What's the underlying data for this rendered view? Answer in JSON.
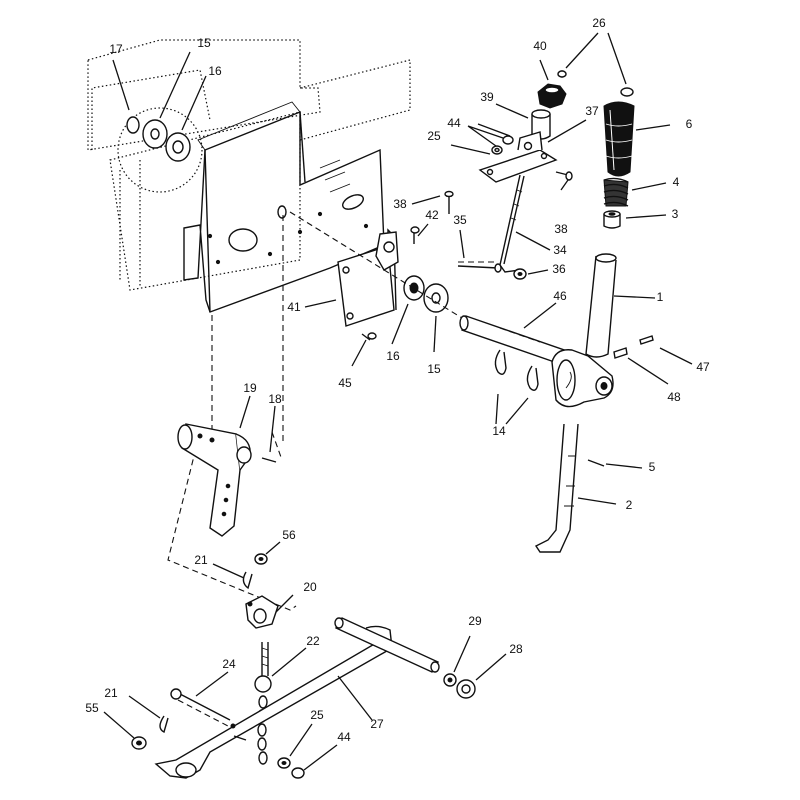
{
  "colors": {
    "ink": "#111111",
    "paper": "#ffffff"
  },
  "callouts": [
    {
      "id": "c17",
      "text": "17"
    },
    {
      "id": "c15a",
      "text": "15"
    },
    {
      "id": "c16a",
      "text": "16"
    },
    {
      "id": "c40",
      "text": "40"
    },
    {
      "id": "c26",
      "text": "26"
    },
    {
      "id": "c39",
      "text": "39"
    },
    {
      "id": "c37",
      "text": "37"
    },
    {
      "id": "c6",
      "text": "6"
    },
    {
      "id": "c44a",
      "text": "44"
    },
    {
      "id": "c25a",
      "text": "25"
    },
    {
      "id": "c4",
      "text": "4"
    },
    {
      "id": "c3",
      "text": "3"
    },
    {
      "id": "c38a",
      "text": "38"
    },
    {
      "id": "c38b",
      "text": "38"
    },
    {
      "id": "c42",
      "text": "42"
    },
    {
      "id": "c35",
      "text": "35"
    },
    {
      "id": "c34",
      "text": "34"
    },
    {
      "id": "c36",
      "text": "36"
    },
    {
      "id": "c1",
      "text": "1"
    },
    {
      "id": "c46",
      "text": "46"
    },
    {
      "id": "c41",
      "text": "41"
    },
    {
      "id": "c45",
      "text": "45"
    },
    {
      "id": "c16b",
      "text": "16"
    },
    {
      "id": "c15b",
      "text": "15"
    },
    {
      "id": "c47",
      "text": "47"
    },
    {
      "id": "c48",
      "text": "48"
    },
    {
      "id": "c19",
      "text": "19"
    },
    {
      "id": "c18",
      "text": "18"
    },
    {
      "id": "c14",
      "text": "14"
    },
    {
      "id": "c5",
      "text": "5"
    },
    {
      "id": "c2",
      "text": "2"
    },
    {
      "id": "c56",
      "text": "56"
    },
    {
      "id": "c21a",
      "text": "21"
    },
    {
      "id": "c20",
      "text": "20"
    },
    {
      "id": "c22",
      "text": "22"
    },
    {
      "id": "c29",
      "text": "29"
    },
    {
      "id": "c28",
      "text": "28"
    },
    {
      "id": "c24",
      "text": "24"
    },
    {
      "id": "c21b",
      "text": "21"
    },
    {
      "id": "c55",
      "text": "55"
    },
    {
      "id": "c27",
      "text": "27"
    },
    {
      "id": "c25b",
      "text": "25"
    },
    {
      "id": "c44b",
      "text": "44"
    }
  ]
}
